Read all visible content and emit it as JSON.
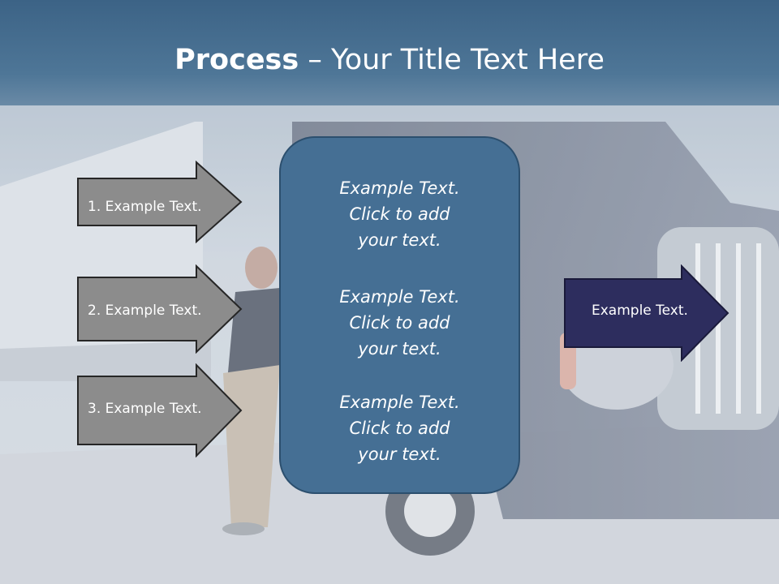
{
  "title": {
    "bold": "Process",
    "rest": " – Your Title Text Here"
  },
  "left_arrows": [
    {
      "label": "1. Example Text."
    },
    {
      "label": "2. Example Text."
    },
    {
      "label": "3. Example Text."
    }
  ],
  "center_box": {
    "paragraphs": [
      {
        "line1": "Example Text.",
        "line2": "Click  to add",
        "line3": "your text."
      },
      {
        "line1": "Example Text.",
        "line2": "Click  to add",
        "line3": "your text."
      },
      {
        "line1": "Example Text.",
        "line2": "Click  to add",
        "line3": "your text."
      }
    ]
  },
  "right_arrow": {
    "label": "Example Text."
  },
  "colors": {
    "title_band": "#456d8f",
    "left_arrow_fill": "#8c8c8c",
    "center_box_fill": "#456f94",
    "right_arrow_fill": "#2d2d5e"
  }
}
